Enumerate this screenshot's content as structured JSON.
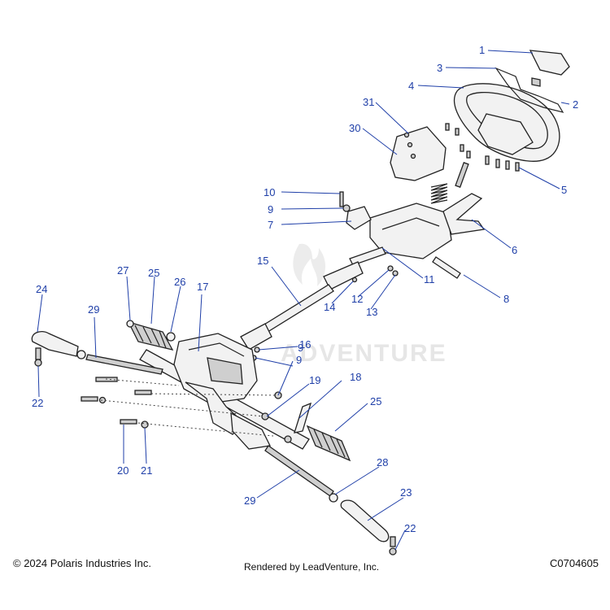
{
  "diagram": {
    "watermark": "ADVENTURE",
    "callouts": [
      {
        "id": "c1",
        "label": "1"
      },
      {
        "id": "c2",
        "label": "2"
      },
      {
        "id": "c3",
        "label": "3"
      },
      {
        "id": "c4",
        "label": "4"
      },
      {
        "id": "c5",
        "label": "5"
      },
      {
        "id": "c6",
        "label": "6"
      },
      {
        "id": "c7",
        "label": "7"
      },
      {
        "id": "c8",
        "label": "8"
      },
      {
        "id": "c9a",
        "label": "9"
      },
      {
        "id": "c9b",
        "label": "9"
      },
      {
        "id": "c9c",
        "label": "9"
      },
      {
        "id": "c10",
        "label": "10"
      },
      {
        "id": "c11",
        "label": "11"
      },
      {
        "id": "c12",
        "label": "12"
      },
      {
        "id": "c13",
        "label": "13"
      },
      {
        "id": "c14",
        "label": "14"
      },
      {
        "id": "c15",
        "label": "15"
      },
      {
        "id": "c16",
        "label": "16"
      },
      {
        "id": "c17",
        "label": "17"
      },
      {
        "id": "c18",
        "label": "18"
      },
      {
        "id": "c19",
        "label": "19"
      },
      {
        "id": "c20",
        "label": "20"
      },
      {
        "id": "c21",
        "label": "21"
      },
      {
        "id": "c22a",
        "label": "22"
      },
      {
        "id": "c22b",
        "label": "22"
      },
      {
        "id": "c23",
        "label": "23"
      },
      {
        "id": "c24",
        "label": "24"
      },
      {
        "id": "c25a",
        "label": "25"
      },
      {
        "id": "c25b",
        "label": "25"
      },
      {
        "id": "c26",
        "label": "26"
      },
      {
        "id": "c27",
        "label": "27"
      },
      {
        "id": "c28",
        "label": "28"
      },
      {
        "id": "c29a",
        "label": "29"
      },
      {
        "id": "c29b",
        "label": "29"
      },
      {
        "id": "c30",
        "label": "30"
      },
      {
        "id": "c31",
        "label": "31"
      }
    ]
  },
  "footer": {
    "copyright": "© 2024 Polaris Industries Inc.",
    "rendered_by": "Rendered by LeadVenture, Inc.",
    "code": "C0704605"
  }
}
